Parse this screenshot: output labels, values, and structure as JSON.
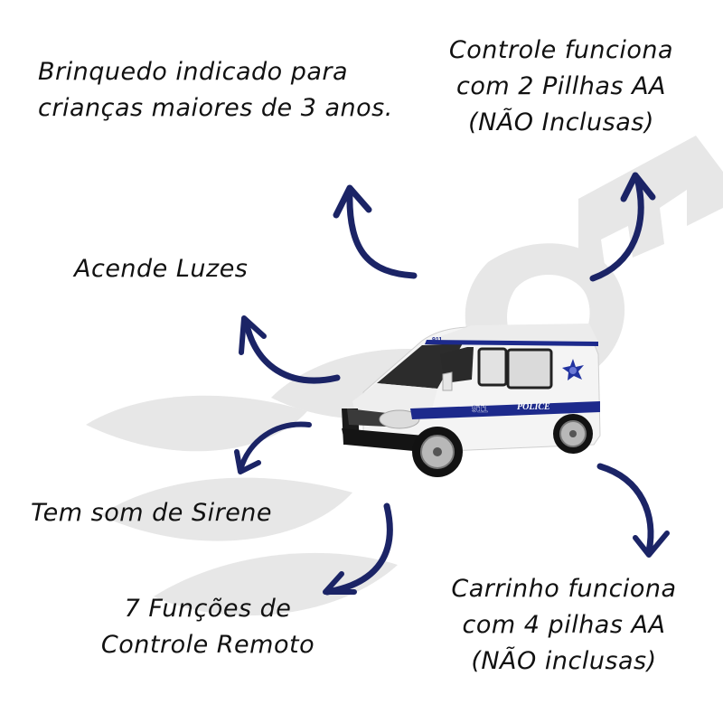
{
  "features": {
    "age": [
      "Brinquedo indicado para",
      "crianças maiores de 3 anos."
    ],
    "controller_batteries": [
      "Controle funciona",
      "com 2 Pillhas AA",
      "(NÃO Inclusas)"
    ],
    "lights": "Acende Luzes",
    "siren": "Tem som de Sirene",
    "functions": [
      "7 Funções de",
      "Controle Remoto"
    ],
    "car_batteries": [
      "Carrinho funciona",
      "com 4 pilhas AA",
      "(NÃO inclusas)"
    ]
  },
  "product": {
    "number_text": "911",
    "side_text": "POLICE",
    "roof_text": "911"
  },
  "colors": {
    "arrow": "#1b2466",
    "text": "#111111",
    "stripe": "#1d2a8c",
    "watermark": "#e6e6e6"
  }
}
